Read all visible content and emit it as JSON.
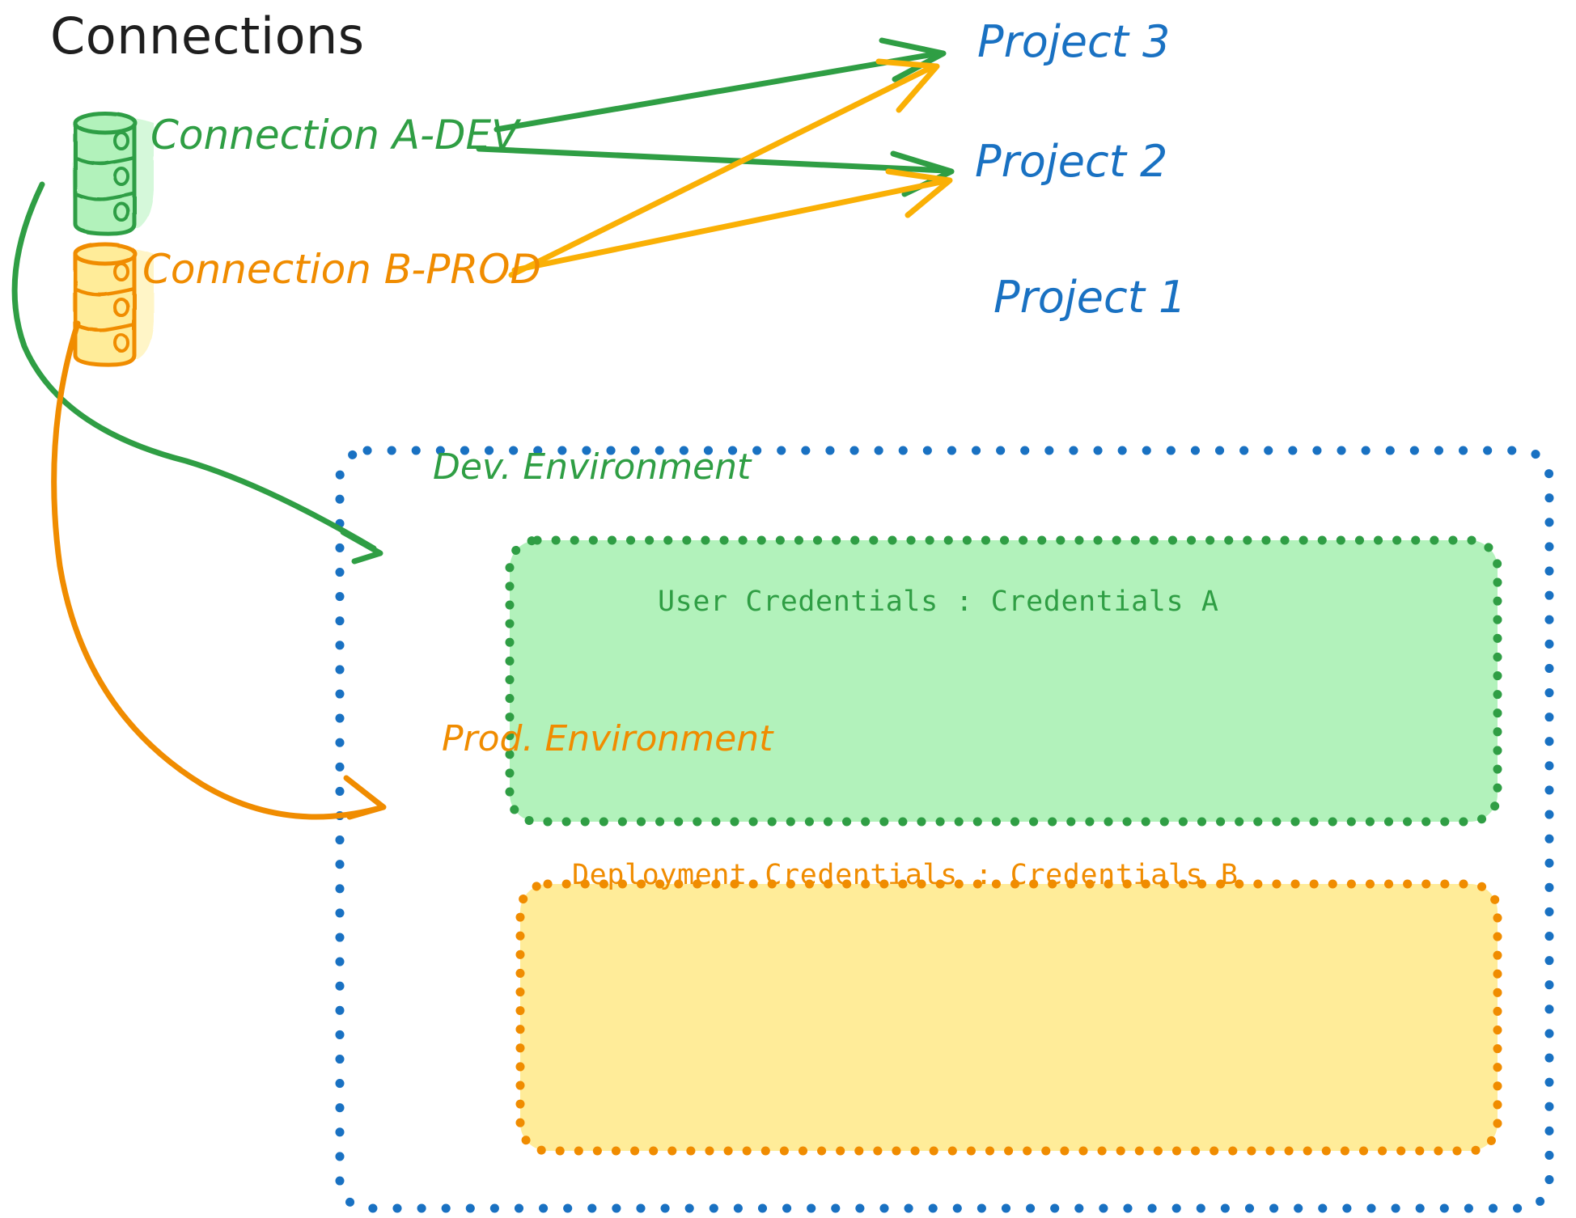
{
  "diagram": {
    "title": "Connections",
    "colors": {
      "green_stroke": "#2f9e44",
      "green_fill": "#b2f2bb",
      "orange_stroke": "#f08c00",
      "orange_fill": "#ffec99",
      "blue_stroke": "#1971c2",
      "black_text": "#1e1e1e",
      "white_bg": "#ffffff"
    },
    "connections": [
      {
        "id": "conn-a-dev",
        "label": "Connection A-DEV",
        "icon": "database-icon",
        "color": "#2f9e44",
        "targets": [
          "Project 3",
          "Project 2",
          "Dev. Environment"
        ]
      },
      {
        "id": "conn-b-prod",
        "label": "Connection B-PROD",
        "icon": "database-icon",
        "color": "#f08c00",
        "targets": [
          "Project 3",
          "Project 2",
          "Prod. Environment"
        ]
      }
    ],
    "projects": [
      {
        "id": "project-3",
        "label": "Project 3"
      },
      {
        "id": "project-2",
        "label": "Project 2"
      },
      {
        "id": "project-1",
        "label": "Project 1"
      }
    ],
    "project1": {
      "label": "Project 1",
      "environments": [
        {
          "id": "dev-environment",
          "title": "Dev. Environment",
          "credentials_label": "User Credentials",
          "credentials_separator": ":",
          "credentials_value": "Credentials A",
          "credentials_line": "User Credentials : Credentials A",
          "stroke": "#2f9e44",
          "fill": "#b2f2bb"
        },
        {
          "id": "prod-environment",
          "title": "Prod. Environment",
          "credentials_label": "Deployment Credentials",
          "credentials_separator": ":",
          "credentials_value": "Credentials B",
          "credentials_line": "Deployment Credentials : Credentials B",
          "stroke": "#f08c00",
          "fill": "#ffec99"
        }
      ]
    }
  }
}
